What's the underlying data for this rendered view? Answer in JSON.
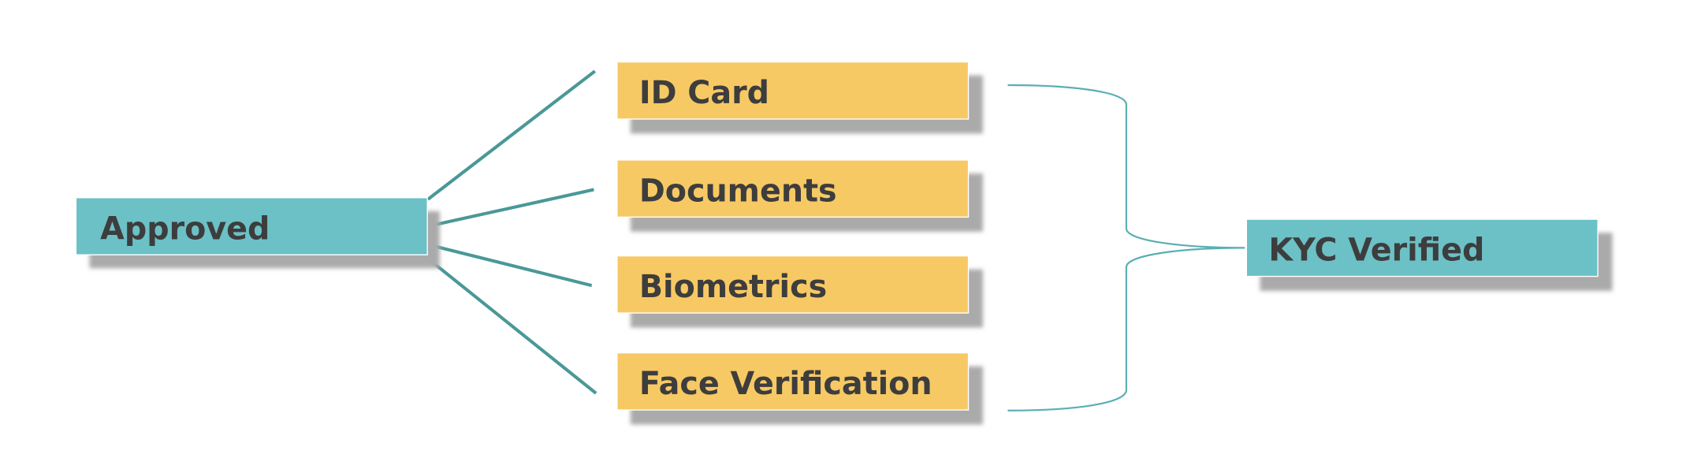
{
  "source": {
    "label": "Approved"
  },
  "steps": [
    {
      "label": "ID Card"
    },
    {
      "label": "Documents"
    },
    {
      "label": "Biometrics"
    },
    {
      "label": "Face Verification"
    }
  ],
  "result": {
    "label": "KYC Verified"
  },
  "colors": {
    "teal_box": "#6bc1c6",
    "yellow_box": "#f7c964",
    "connector": "#4a9898",
    "brace": "#5aafb2",
    "shadow": "#aaaaaa",
    "text": "#3d3d3d"
  }
}
